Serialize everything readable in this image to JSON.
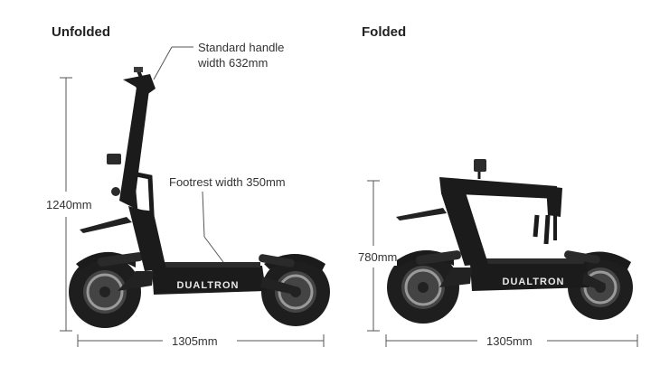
{
  "unfolded": {
    "title": "Unfolded",
    "handle_label_line1": "Standard handle",
    "handle_label_line2": "width 632mm",
    "footrest_label": "Footrest width 350mm",
    "height": "1240mm",
    "length": "1305mm",
    "brand": "DUALTRON"
  },
  "folded": {
    "title": "Folded",
    "height": "780mm",
    "length": "1305mm",
    "brand": "DUALTRON"
  },
  "colors": {
    "frame": "#1b1b1b",
    "tire": "#1e1e1e",
    "rim": "#8c8c8c",
    "line": "#555555",
    "brand_text": "#e8e8e8"
  }
}
